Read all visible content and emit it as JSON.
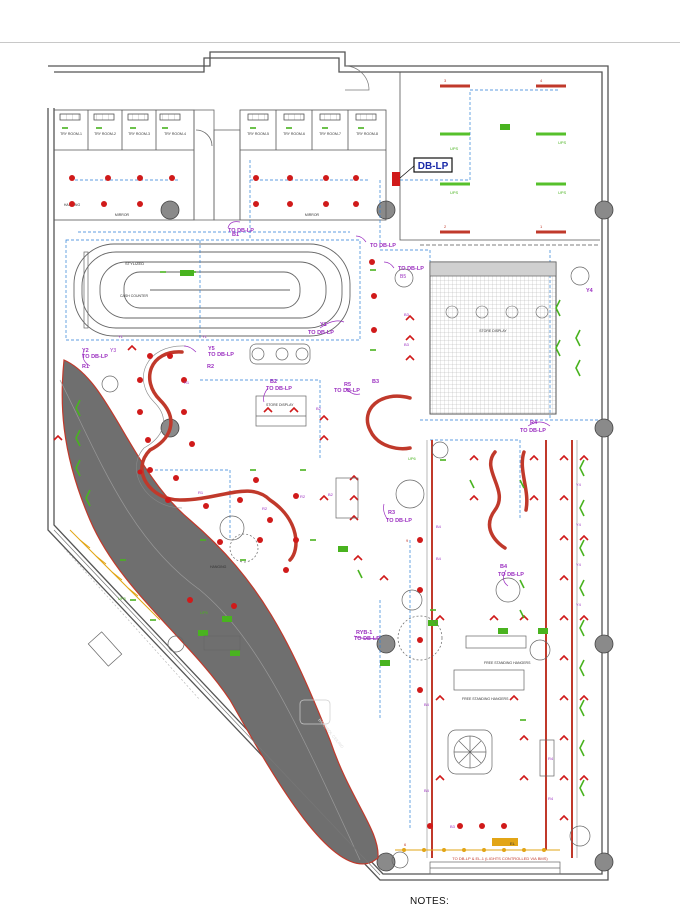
{
  "notes_label": "NOTES:",
  "panel_label": "DB-LP",
  "labels": {
    "t_db_1": "TO DB-LP",
    "t_db_2": "TO DB-LP",
    "t_db_3": "TO DB-LP",
    "t_db_4": "TO DB-LP",
    "t_db_5": "TO DB-LP",
    "t_db_6": "TO DB-LP",
    "t_db_7": "TO DB-LP",
    "t_db_8": "TO DB-LP",
    "t_db_9": "TO DB-LP",
    "t_db_10": "TO DB-LP",
    "t_db_11": "TO DB-LP",
    "t_db_12": "TO DB-LP",
    "c_y5": "Y5",
    "c_r2": "R2",
    "c_y2": "Y2",
    "c_r1": "R1",
    "c_b2": "B2",
    "c_r5": "R5",
    "c_b3": "B3",
    "c_y1": "Y1",
    "c_r3": "R3",
    "c_b1": "B1",
    "c_y4": "Y4",
    "c_r4": "R4",
    "c_b4": "B4",
    "c_ryb": "RYB-1",
    "c_b5": "B5",
    "c_y3": "Y3",
    "sign_3": "3",
    "sign_4": "4",
    "sign_2": "2",
    "sign_1": "1",
    "sign_9": "9",
    "sign_6": "6",
    "r_try1": "TRY ROOM-1",
    "r_try2": "TRY ROOM-2",
    "r_try3": "TRY ROOM-3",
    "r_try4": "TRY ROOM-4",
    "r_try5": "TRY ROOM-5",
    "r_try6": "TRY ROOM-6",
    "r_try7": "TRY ROOM-7",
    "r_try8": "TRY ROOM-8",
    "r_mirror": "MIRROR",
    "r_hanging": "HANGING",
    "r_stylized": "STYLIZED",
    "r_cash": "CASH COUNTER",
    "r_store_display": "STORE DISPLAY",
    "r_free_standing": "FREE STANDING HANGERS",
    "r_barrisol": "BARRISOL CEILING",
    "r_up3": "UP3",
    "r_up5": "UP5",
    "r_up6": "UP6",
    "r_ups": "UPS",
    "r_el": "EL",
    "r_ceiling_notes": "TO DB-LP & EL-1 (LIGHTS CONTROLLED VIA BMS)"
  }
}
